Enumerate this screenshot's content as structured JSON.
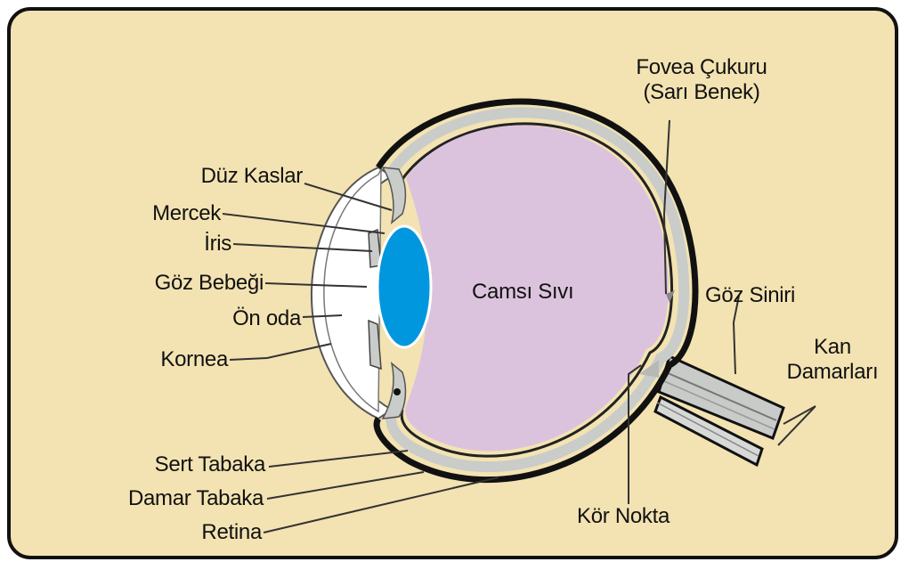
{
  "labels": {
    "fovea_line1": "Fovea Çukuru",
    "fovea_line2": "(Sarı Benek)",
    "duz_kaslar": "Düz Kaslar",
    "mercek": "Mercek",
    "iris": "İris",
    "goz_bebegi": "Göz Bebeği",
    "on_oda": "Ön oda",
    "kornea": "Kornea",
    "camsi_sivi": "Camsı Sıvı",
    "goz_siniri": "Göz Siniri",
    "kan_line1": "Kan",
    "kan_line2": "Damarları",
    "sert_tabaka": "Sert Tabaka",
    "damar_tabaka": "Damar Tabaka",
    "retina": "Retina",
    "kor_nokta": "Kör Nokta"
  },
  "colors": {
    "background": "#f3e3b2",
    "vitreous": "#dcc3dd",
    "lens": "#0097de",
    "outline": "#111111",
    "tissue": "#c9ccc9"
  }
}
